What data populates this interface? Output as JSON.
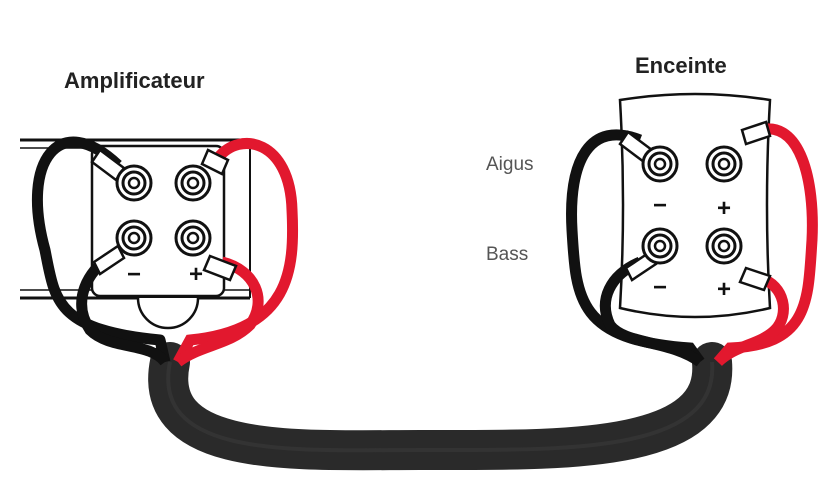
{
  "amplifier": {
    "title": "Amplificateur",
    "minus": "−",
    "plus": "+"
  },
  "speaker": {
    "title": "Enceinte",
    "treble_label": "Aigus",
    "bass_label": "Bass",
    "treble_minus": "−",
    "treble_plus": "+",
    "bass_minus": "−",
    "bass_plus": "+"
  },
  "colors": {
    "negative_wire": "#111111",
    "positive_wire": "#e2182e",
    "cable": "#2a2a2a"
  }
}
